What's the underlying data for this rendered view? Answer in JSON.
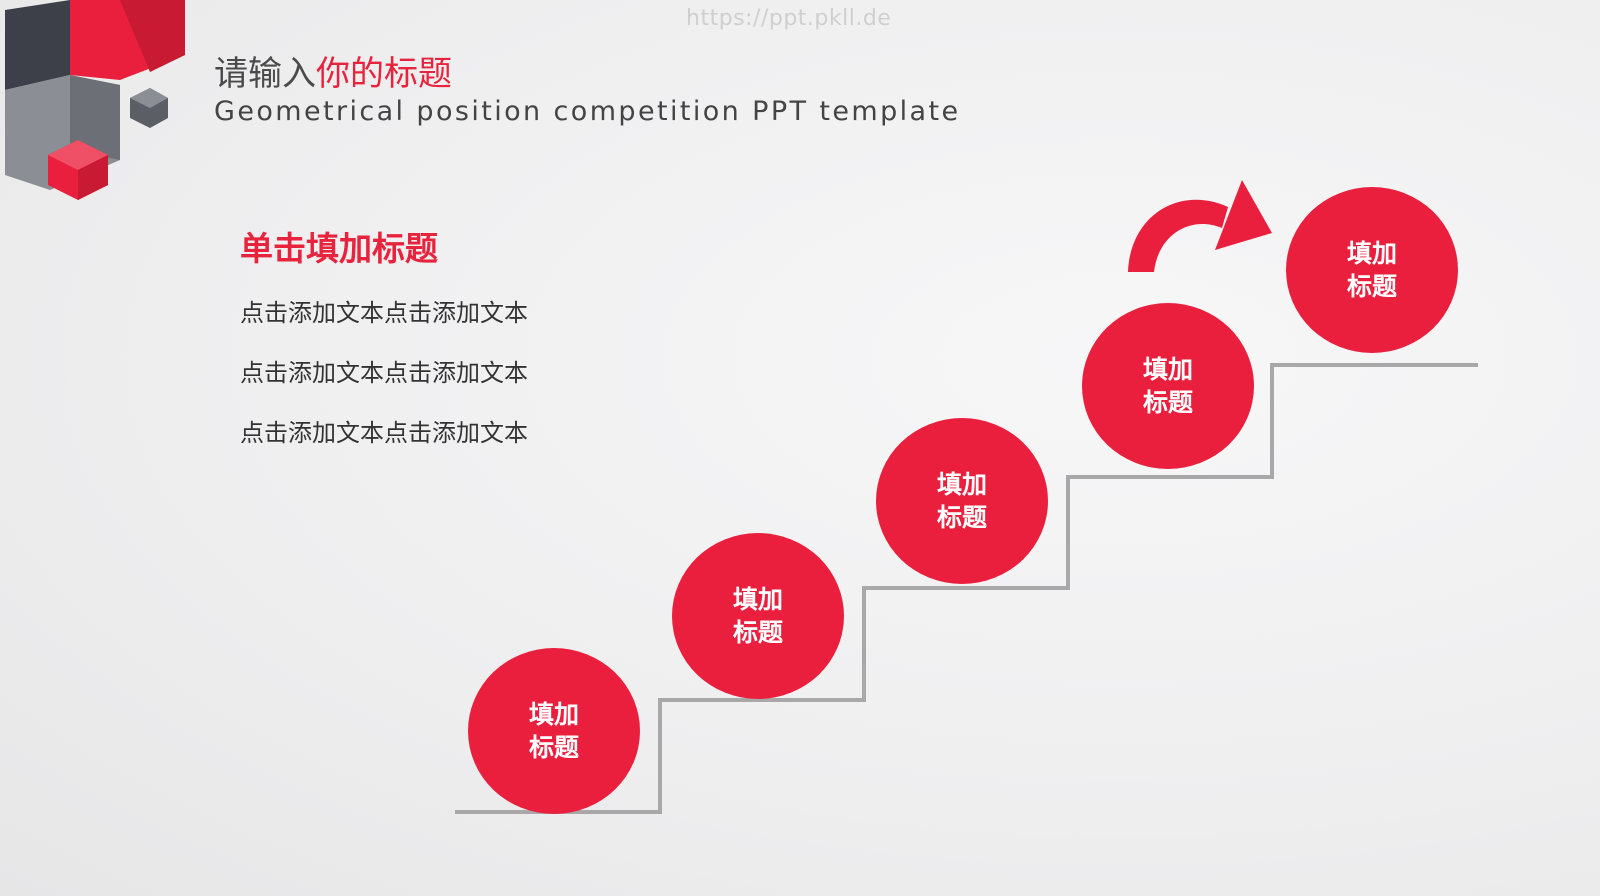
{
  "watermark": "https://ppt.pkll.de",
  "title": {
    "part1": "请输入",
    "part2": "你的标题"
  },
  "subtitle": "Geometrical position competition PPT template",
  "section": {
    "heading": "单击填加标题",
    "lines": [
      "点击添加文本点击添加文本",
      "点击添加文本点击添加文本",
      "点击添加文本点击添加文本"
    ]
  },
  "steps": [
    "填加标题",
    "填加标题",
    "填加标题",
    "填加标题",
    "填加标题"
  ],
  "colors": {
    "accent": "#ea1f3e",
    "stair": "#a8a8a8",
    "cube_dark": "#3d4048",
    "cube_gray": "#8b8e94"
  }
}
